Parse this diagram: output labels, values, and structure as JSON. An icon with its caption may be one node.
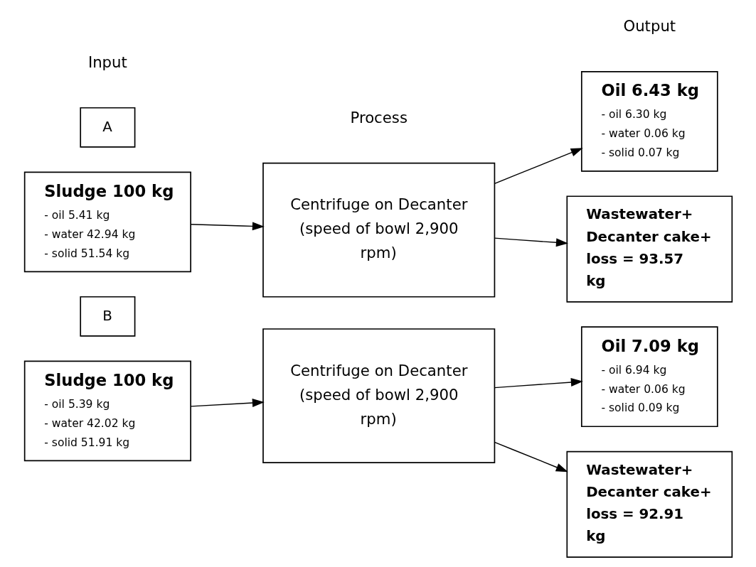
{
  "diagram": {
    "nodes": [
      {
        "text": [
          "A"
        ]
      },
      {
        "text": [
          "Sludge 100 kg",
          "- oil 5.41 kg",
          "- water 42.94 kg",
          "- solid 51.54 kg"
        ]
      },
      {
        "text": [
          "Centrifuge on Decanter (speed of bowl 2,900 rpm)"
        ]
      },
      {
        "text": [
          "Oil 6.43 kg",
          "- oil 6.30 kg",
          "- water 0.06 kg",
          "- solid 0.07 kg"
        ]
      },
      {
        "text": [
          "Wastewater+ Decanter cake+ loss = 93.57 kg"
        ]
      },
      {
        "text": [
          "B"
        ]
      },
      {
        "text": [
          "Sludge 100 kg",
          "- oil 5.39 kg",
          "- water 42.02 kg",
          "- solid 51.91 kg"
        ]
      },
      {
        "text": [
          "Centrifuge on Decanter (speed of bowl 2,900 rpm)"
        ]
      },
      {
        "text": [
          "Oil 7.09 kg",
          "- oil 6.94 kg",
          "- water 0.06 kg",
          "- solid 0.09 kg"
        ]
      },
      {
        "text": [
          "Wastewater+ Decanter cake+ loss = 92.91 kg"
        ]
      }
    ],
    "edges": [
      {
        "from": 1,
        "to": 2,
        "arrow": "to"
      },
      {
        "from": 2,
        "to": 3,
        "arrow": "to"
      },
      {
        "from": 2,
        "to": 4,
        "arrow": "to"
      },
      {
        "from": 6,
        "to": 7,
        "arrow": "to"
      },
      {
        "from": 7,
        "to": 8,
        "arrow": "to"
      },
      {
        "from": 7,
        "to": 9,
        "arrow": "to"
      }
    ],
    "labels": [
      "Input",
      "Process",
      "Output"
    ]
  }
}
